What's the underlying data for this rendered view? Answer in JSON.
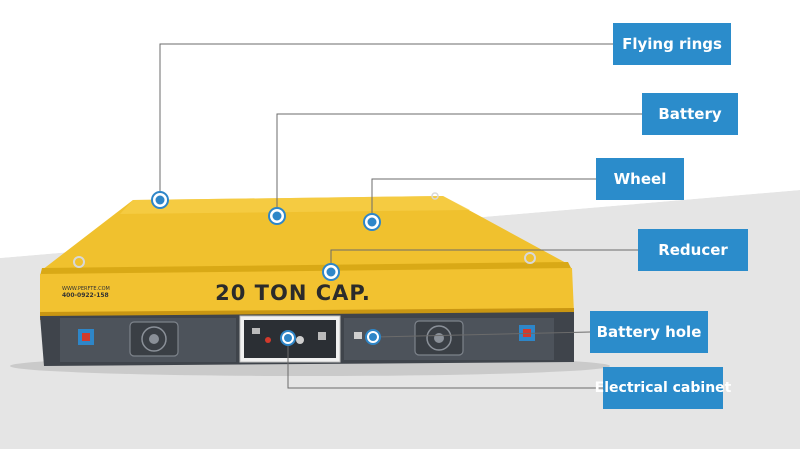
{
  "image": {
    "cart_text": "20 TON CAP.",
    "brand_url": "WWW.PERFTE.COM",
    "phone": "400-0922-158"
  },
  "labels": [
    {
      "text": "Flying rings"
    },
    {
      "text": "Battery"
    },
    {
      "text": "Wheel"
    },
    {
      "text": "Reducer"
    },
    {
      "text": "Battery hole"
    },
    {
      "text": "Electrical cabinet"
    }
  ],
  "colors": {
    "label_bg": "#2b8ccb",
    "cart_yellow": "#f2c230",
    "panel_gray": "#4b5159",
    "leader_line": "#6b6b6b",
    "marker_blue": "#2e86c8"
  }
}
